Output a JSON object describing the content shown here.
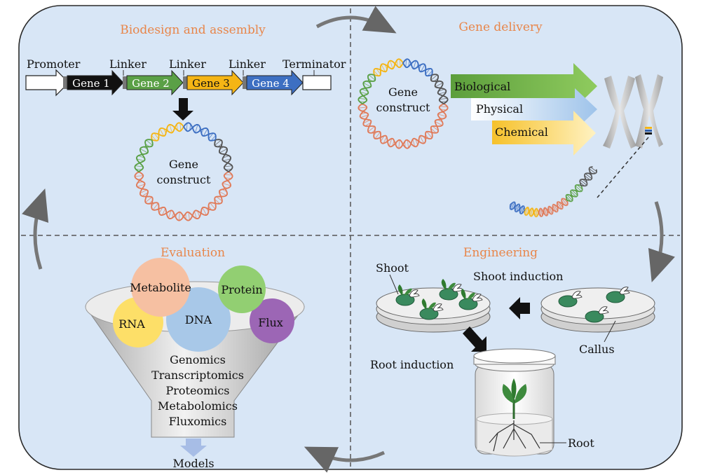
{
  "panels": {
    "biodesign": {
      "title": "Biodesign and assembly",
      "promoter": "Promoter",
      "linker": "Linker",
      "terminator": "Terminator",
      "genes": [
        "Gene 1",
        "Gene 2",
        "Gene 3",
        "Gene 4"
      ],
      "gene_colors": [
        "#111111",
        "#5aa046",
        "#f5b515",
        "#3d6fc2"
      ],
      "construct": [
        "Gene",
        "construct"
      ]
    },
    "delivery": {
      "title": "Gene delivery",
      "construct": [
        "Gene",
        "construct"
      ],
      "methods": [
        "Biological",
        "Physical",
        "Chemical"
      ],
      "method_colors": [
        "#6aab45",
        "#9fc3ea",
        "#f5be2a"
      ]
    },
    "evaluation": {
      "title": "Evaluation",
      "molecules": [
        "Metabolite",
        "Protein",
        "RNA",
        "DNA",
        "Flux"
      ],
      "molecule_colors": [
        "#f6c0a2",
        "#92cf72",
        "#fde06a",
        "#a8c8e8",
        "#9c66b5"
      ],
      "omics": [
        "Genomics",
        "Transcriptomics",
        "Proteomics",
        "Metabolomics",
        "Fluxomics"
      ],
      "output": "Models"
    },
    "engineering": {
      "title": "Engineering",
      "shoot": "Shoot",
      "shoot_induction": "Shoot induction",
      "root_induction": "Root induction",
      "callus": "Callus",
      "root": "Root"
    }
  }
}
